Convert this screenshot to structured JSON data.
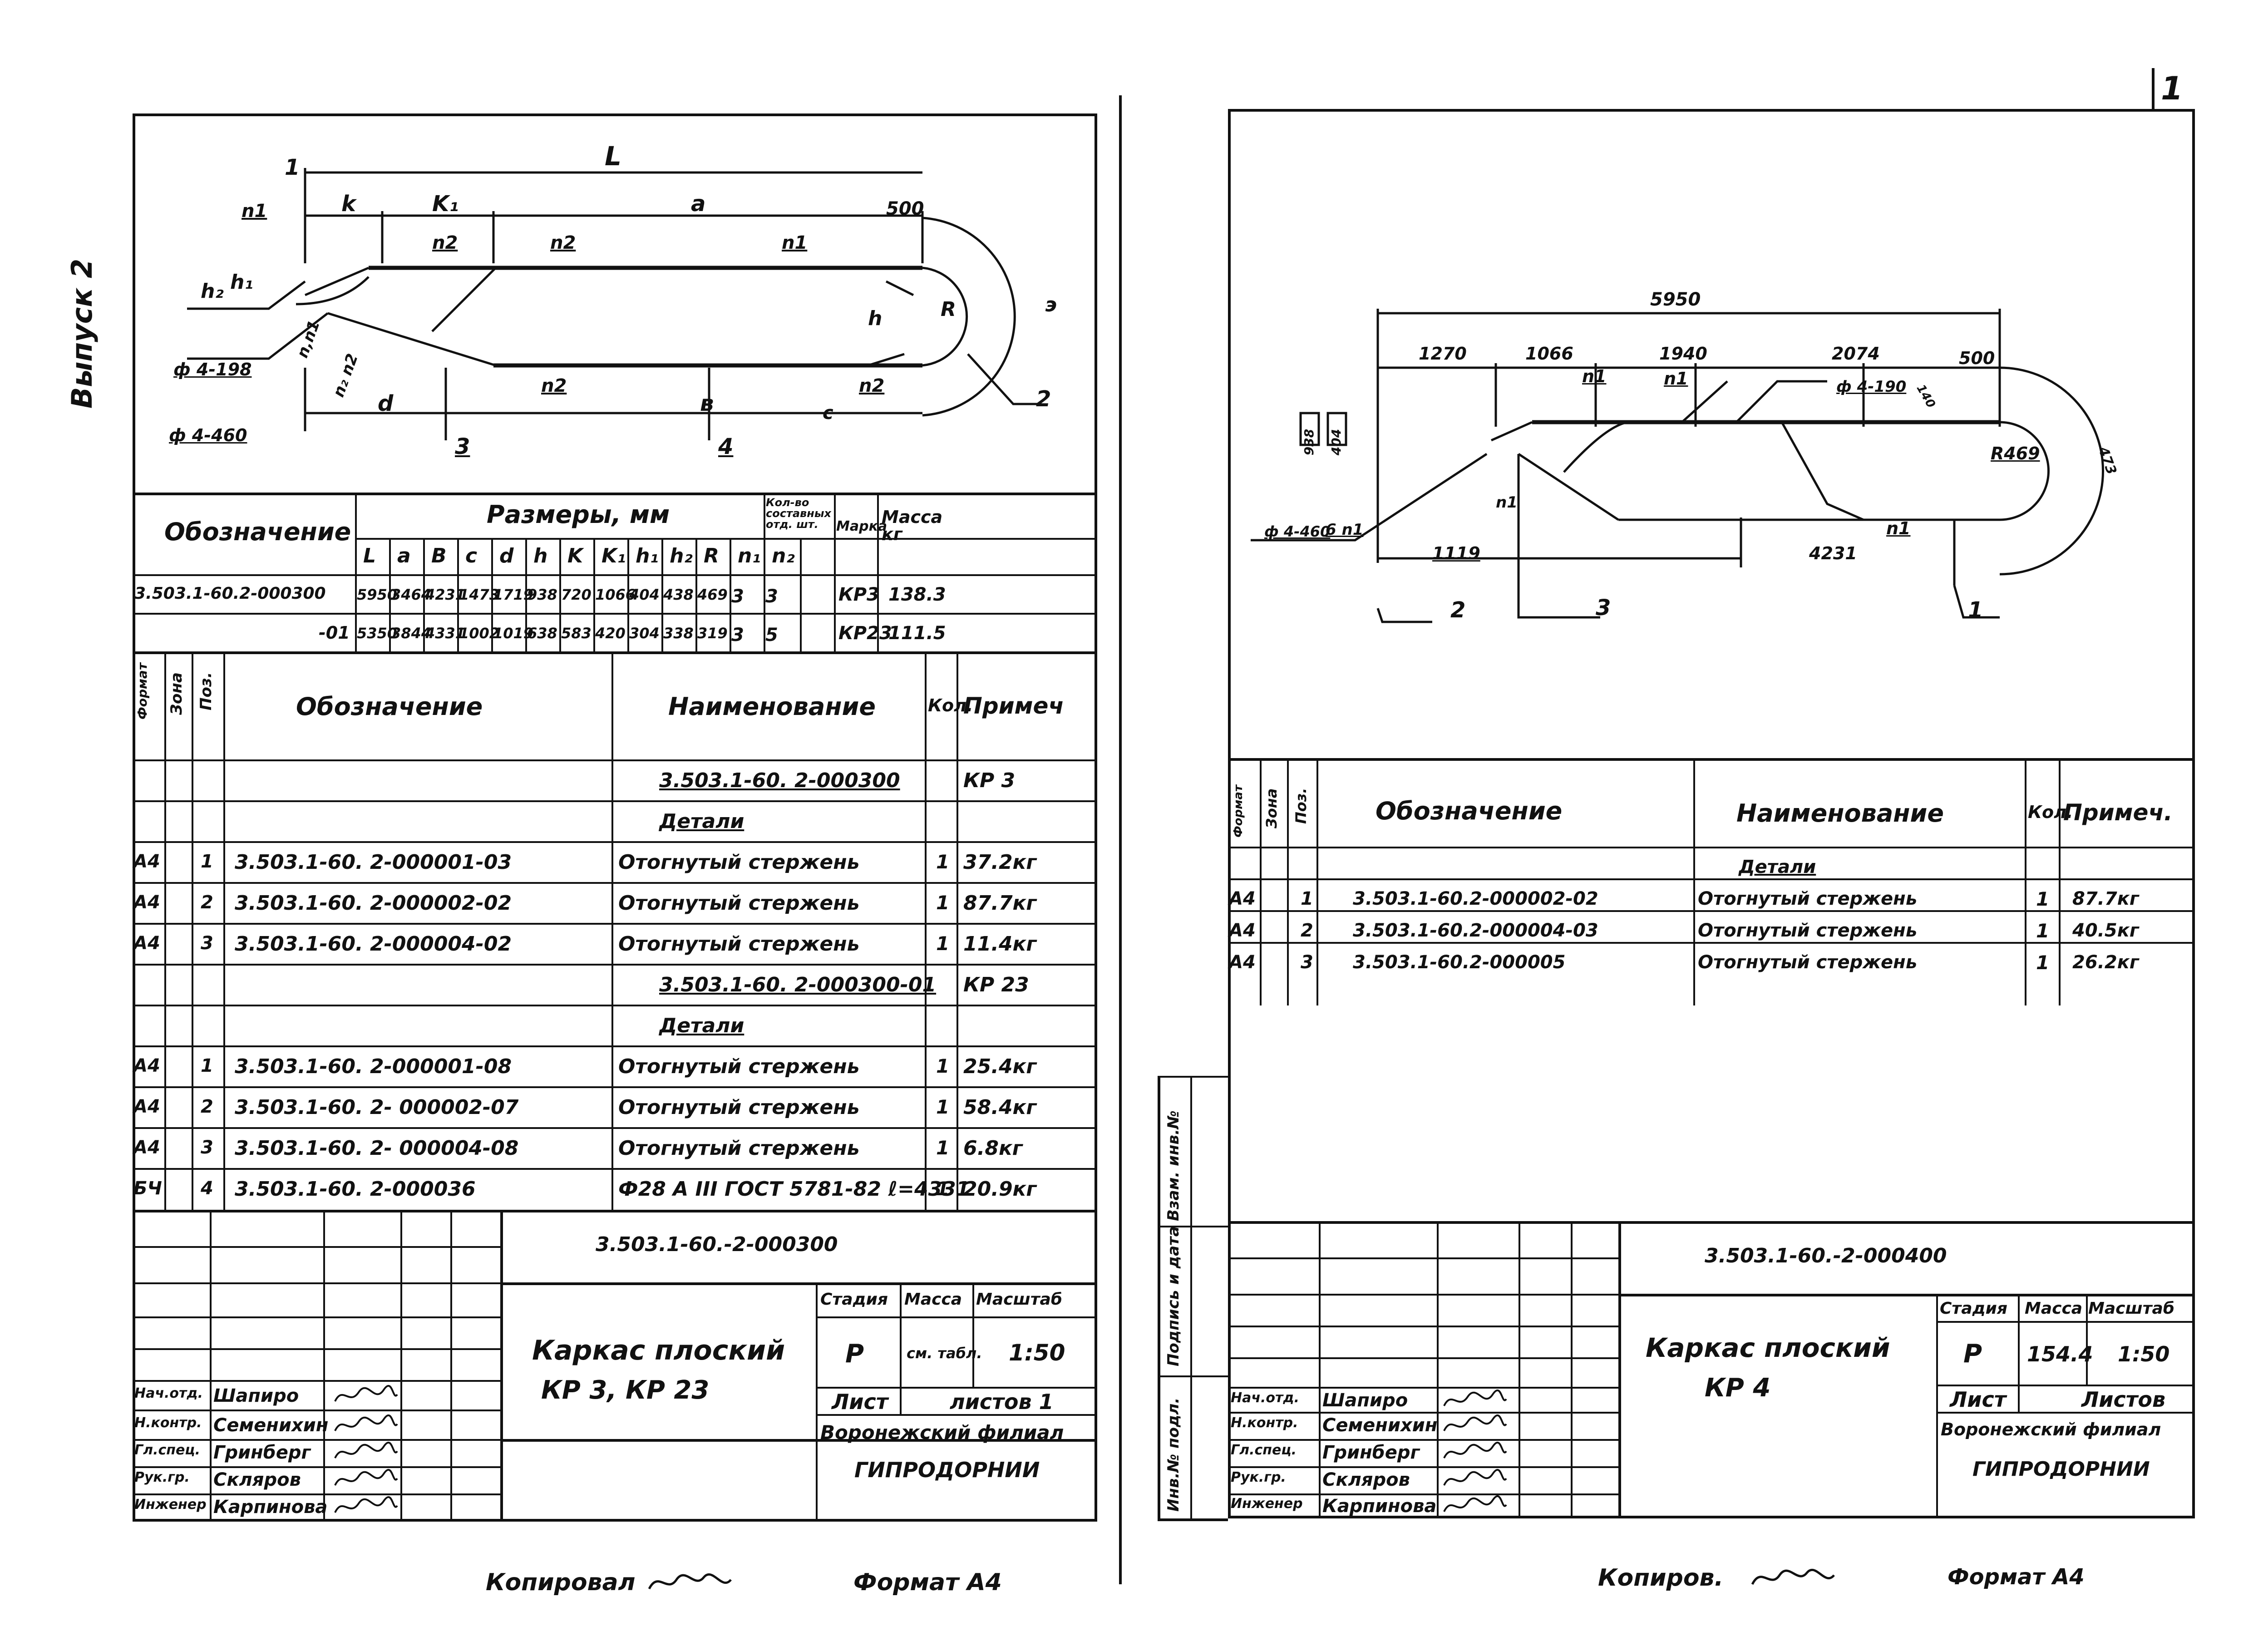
{
  "left_sheet": {
    "margin_note": "Выпуск 2",
    "drawing": {
      "L": "L",
      "k": "k",
      "k1": "K₁",
      "a": "a",
      "r500": "500",
      "n1_top_left": "n1",
      "n2_a": "n2",
      "n2_b": "n2",
      "n1_top_right": "n1",
      "h2": "h₂",
      "h1": "h₁",
      "h": "h",
      "R": "R",
      "pos1": "1",
      "pos2": "2",
      "pos3": "3",
      "pos4": "4",
      "d": "d",
      "b": "в",
      "c": "c",
      "n1_n1": "n,n1",
      "n2_n2": "n₂ n2",
      "s1": "ф 4-198",
      "s2": "ф 4-460",
      "n2_bottom": "n2",
      "n2_bottom_right": "n2",
      "arc_label": "э"
    },
    "dim_table": {
      "title_designation": "Обозначение",
      "title_sizes": "Размеры, мм",
      "title_count": "Кол-во составных отд. шт.",
      "title_mark": "Марка",
      "title_mass": "Масса кг",
      "headers": [
        "L",
        "a",
        "B",
        "c",
        "d",
        "h",
        "K",
        "K₁",
        "h₁",
        "h₂",
        "R",
        "n₁",
        "n₂"
      ],
      "rows": [
        {
          "designation": "3.503.1-60.2-000300",
          "values": [
            "5950",
            "3464",
            "4231",
            "1473",
            "1719",
            "938",
            "720",
            "1066",
            "404",
            "438",
            "469",
            "3",
            "3"
          ],
          "mark": "КР3",
          "mass": "138.3"
        },
        {
          "designation": "-01",
          "values": [
            "5350",
            "3844",
            "4331",
            "1002",
            "1019",
            "638",
            "583",
            "420",
            "304",
            "338",
            "319",
            "3",
            "5"
          ],
          "mark": "КР23",
          "mass": "111.5"
        }
      ]
    },
    "spec": {
      "headers": {
        "format": "Формат",
        "zone": "Зона",
        "pos": "Поз.",
        "designation": "Обозначение",
        "name": "Наименование",
        "qty": "Кол.",
        "note": "Примеч"
      },
      "rows": [
        {
          "format": "",
          "pos": "",
          "designation": "",
          "name": "3.503.1-60. 2-000300",
          "qty": "",
          "note": "КР 3",
          "underline": true
        },
        {
          "format": "",
          "pos": "",
          "designation": "",
          "name": "Детали",
          "qty": "",
          "note": "",
          "underline": true
        },
        {
          "format": "А4",
          "pos": "1",
          "designation": "3.503.1-60. 2-000001-03",
          "name": "Отогнутый стержень",
          "qty": "1",
          "note": "37.2кг"
        },
        {
          "format": "А4",
          "pos": "2",
          "designation": "3.503.1-60. 2-000002-02",
          "name": "Отогнутый стержень",
          "qty": "1",
          "note": "87.7кг"
        },
        {
          "format": "А4",
          "pos": "3",
          "designation": "3.503.1-60. 2-000004-02",
          "name": "Отогнутый стержень",
          "qty": "1",
          "note": "11.4кг"
        },
        {
          "format": "",
          "pos": "",
          "designation": "",
          "name": "3.503.1-60. 2-000300-01",
          "qty": "",
          "note": "КР 23",
          "underline": true
        },
        {
          "format": "",
          "pos": "",
          "designation": "",
          "name": "Детали",
          "qty": "",
          "note": "",
          "underline": true
        },
        {
          "format": "А4",
          "pos": "1",
          "designation": "3.503.1-60. 2-000001-08",
          "name": "Отогнутый стержень",
          "qty": "1",
          "note": "25.4кг"
        },
        {
          "format": "А4",
          "pos": "2",
          "designation": "3.503.1-60. 2- 000002-07",
          "name": "Отогнутый стержень",
          "qty": "1",
          "note": "58.4кг"
        },
        {
          "format": "А4",
          "pos": "3",
          "designation": "3.503.1-60. 2- 000004-08",
          "name": "Отогнутый стержень",
          "qty": "1",
          "note": "6.8кг"
        },
        {
          "format": "БЧ",
          "pos": "4",
          "designation": "3.503.1-60. 2-000036",
          "name": "Ф28 А III ГОСТ 5781-82 ℓ=4331",
          "qty": "1",
          "note": "20.9кг"
        }
      ]
    },
    "title_block": {
      "code": "3.503.1-60.-2-000300",
      "title_line1": "Каркас плоский",
      "title_line2": "КР 3,  КР 23",
      "stage_label": "Стадия",
      "mass_label": "Масса",
      "scale_label": "Масштаб",
      "stage": "Р",
      "mass": "см. табл.",
      "scale": "1:50",
      "sheet_label": "Лист",
      "sheets_label": "листов 1",
      "org_line1": "Воронежский филиал",
      "org_line2": "ГИПРОДОРНИИ",
      "people": [
        {
          "role": "Нач.отд.",
          "name": "Шапиро"
        },
        {
          "role": "Н.контр.",
          "name": "Семенихин"
        },
        {
          "role": "Гл.спец.",
          "name": "Гринберг"
        },
        {
          "role": "Рук.гр.",
          "name": "Скляров"
        },
        {
          "role": "Инженер",
          "name": "Карпинова"
        }
      ]
    },
    "footer_copy": "Копировал",
    "footer_format": "Формат А4"
  },
  "right_sheet": {
    "corner_mark": "1",
    "drawing": {
      "overall": "5950",
      "d1270": "1270",
      "d1066": "1066",
      "d1940": "1940",
      "d2074": "2074",
      "d500": "500",
      "n1a": "n1",
      "n1b": "n1",
      "n1c": "n1",
      "n1d": "n1",
      "s190": "ф 4-190",
      "r469": "R469",
      "arc": "473",
      "d1119": "1119",
      "d4231": "4231",
      "h1": "938",
      "h2": "404",
      "s460": "ф 4-460",
      "n6": "6 n1",
      "pos1": "1",
      "pos2": "2",
      "pos3": "3",
      "s140": "140"
    },
    "spec": {
      "headers": {
        "format": "Формат",
        "zone": "Зона",
        "pos": "Поз.",
        "designation": "Обозначение",
        "name": "Наименование",
        "qty": "Кол.",
        "note": "Примеч."
      },
      "rows": [
        {
          "format": "",
          "pos": "",
          "designation": "",
          "name": "Детали",
          "qty": "",
          "note": "",
          "underline": true
        },
        {
          "format": "А4",
          "pos": "1",
          "designation": "3.503.1-60.2-000002-02",
          "name": "Отогнутый стержень",
          "qty": "1",
          "note": "87.7кг"
        },
        {
          "format": "А4",
          "pos": "2",
          "designation": "3.503.1-60.2-000004-03",
          "name": "Отогнутый стержень",
          "qty": "1",
          "note": "40.5кг"
        },
        {
          "format": "А4",
          "pos": "3",
          "designation": "3.503.1-60.2-000005",
          "name": "Отогнутый стержень",
          "qty": "1",
          "note": "26.2кг"
        }
      ]
    },
    "side_labels": [
      "Инв.№ подл.",
      "Подпись и дата",
      "Взам. инв.№"
    ],
    "title_block": {
      "code": "3.503.1-60.-2-000400",
      "title_line1": "Каркас плоский",
      "title_line2": "КР 4",
      "stage_label": "Стадия",
      "mass_label": "Масса",
      "scale_label": "Масштаб",
      "stage": "Р",
      "mass": "154.4",
      "scale": "1:50",
      "sheet_label": "Лист",
      "sheets_label": "Листов",
      "org_line1": "Воронежский филиал",
      "org_line2": "ГИПРОДОРНИИ",
      "people": [
        {
          "role": "Нач.отд.",
          "name": "Шапиро"
        },
        {
          "role": "Н.контр.",
          "name": "Семенихин"
        },
        {
          "role": "Гл.спец.",
          "name": "Гринберг"
        },
        {
          "role": "Рук.гр.",
          "name": "Скляров"
        },
        {
          "role": "Инженер",
          "name": "Карпинова"
        }
      ]
    },
    "footer_copy": "Копиров.",
    "footer_format": "Формат А4"
  }
}
